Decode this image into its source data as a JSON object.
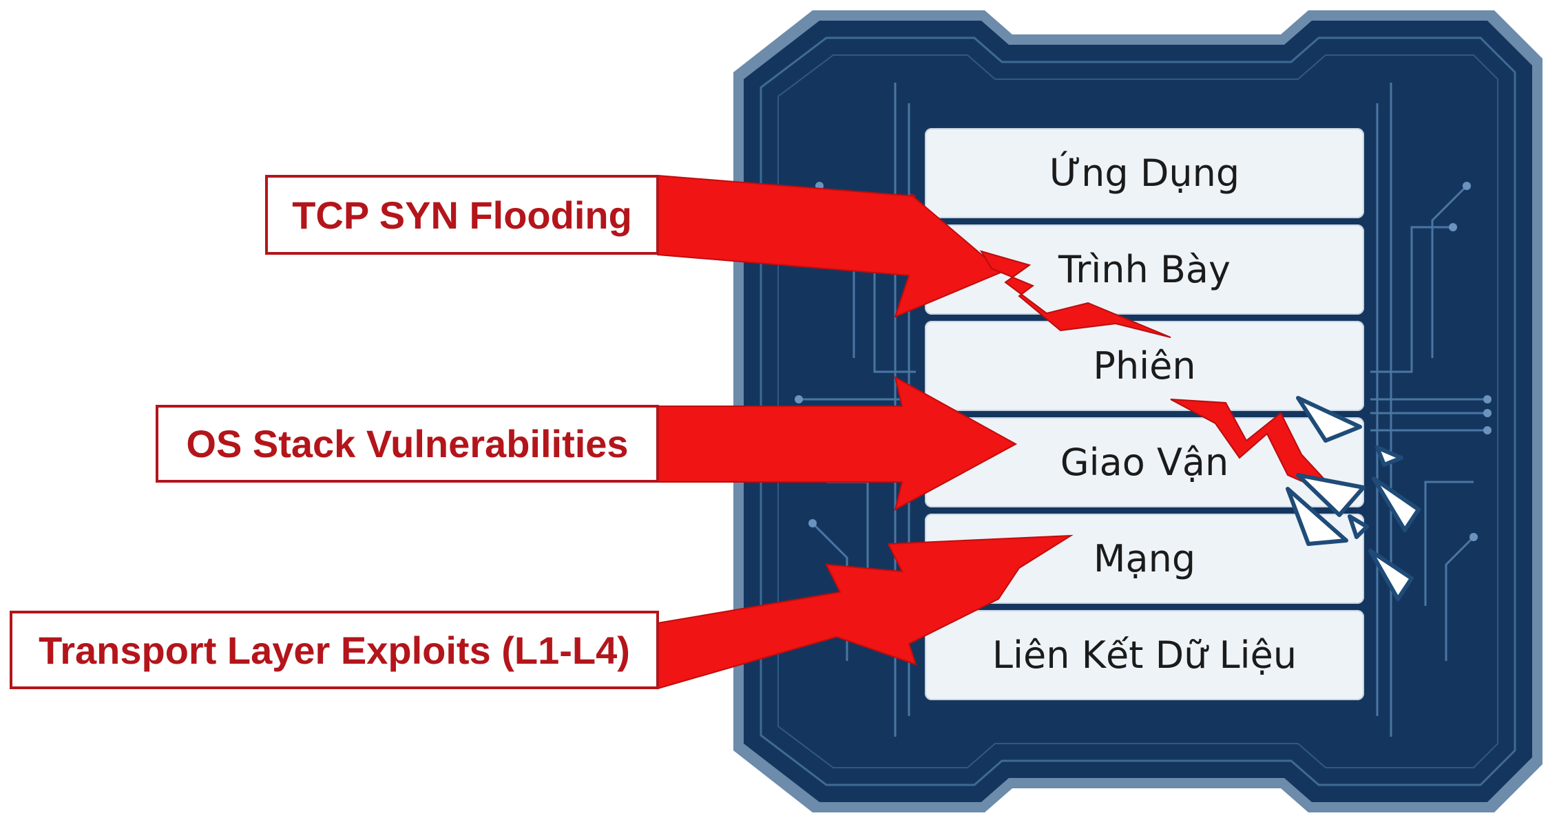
{
  "layers": [
    "Ứng Dụng",
    "Trình Bày",
    "Phiên",
    "Giao Vận",
    "Mạng",
    "Liên Kết Dữ Liệu"
  ],
  "attacks": [
    "TCP SYN Flooding",
    "OS Stack Vulnerabilities",
    "Transport Layer Exploits (L1-L4)"
  ],
  "colors": {
    "attack_red": "#b3151b",
    "arrow_red": "#f01414",
    "frame_navy": "#14365e",
    "frame_light": "#5f7fa3",
    "layer_fill": "#eef3f7"
  }
}
